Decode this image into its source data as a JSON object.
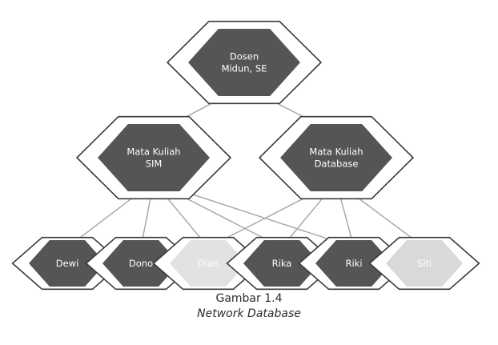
{
  "nodes": {
    "dosen": {
      "lines": [
        "Dosen",
        "Midun, SE"
      ]
    },
    "mk_sim": {
      "lines": [
        "Mata Kuliah",
        "SIM"
      ]
    },
    "mk_database": {
      "lines": [
        "Mata Kuliah",
        "Database"
      ]
    },
    "dewi": {
      "lines": [
        "Dewi"
      ]
    },
    "dono": {
      "lines": [
        "Dono"
      ]
    },
    "dian": {
      "lines": [
        "Dian"
      ]
    },
    "rika": {
      "lines": [
        "Rika"
      ]
    },
    "riki": {
      "lines": [
        "Riki"
      ]
    },
    "siti": {
      "lines": [
        "Siti"
      ]
    }
  },
  "edges": [
    [
      "dosen",
      "mk_sim"
    ],
    [
      "dosen",
      "mk_database"
    ],
    [
      "mk_sim",
      "dewi"
    ],
    [
      "mk_sim",
      "dono"
    ],
    [
      "mk_sim",
      "dian"
    ],
    [
      "mk_sim",
      "rika"
    ],
    [
      "mk_sim",
      "riki"
    ],
    [
      "mk_database",
      "dian"
    ],
    [
      "mk_database",
      "rika"
    ],
    [
      "mk_database",
      "riki"
    ],
    [
      "mk_database",
      "siti"
    ]
  ],
  "caption": {
    "number": "Gambar 1.4",
    "title": "Network Database"
  },
  "colors": {
    "dark_fill": "#555555",
    "light_fill": "#d9d9d9",
    "dian_fill": "#e2e2e2",
    "outline": "#3a3a3a",
    "edge": "#aaaaaa",
    "dark_text": "#ffffff",
    "light_text": "#ffffff"
  }
}
